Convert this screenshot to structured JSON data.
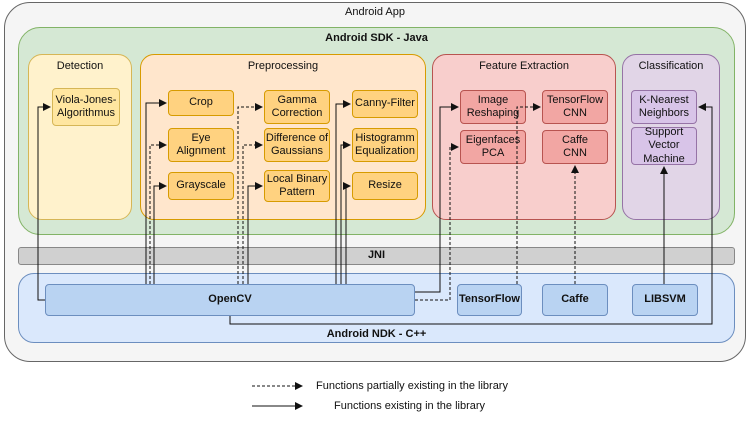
{
  "app": {
    "title": "Android App"
  },
  "sdk": {
    "title": "Android SDK - Java"
  },
  "ndk": {
    "title": "Android NDK - C++"
  },
  "jni": {
    "label": "JNI"
  },
  "groups": {
    "detection": {
      "title": "Detection",
      "items": [
        "Viola-Jones-\nAlgorithmus"
      ]
    },
    "preprocessing": {
      "title": "Preprocessing",
      "items": [
        "Crop",
        "Eye\nAlignment",
        "Grayscale",
        "Gamma\nCorrection",
        "Difference of\nGaussians",
        "Local Binary\nPattern",
        "Canny-Filter",
        "Histogramm\nEqualization",
        "Resize"
      ]
    },
    "feature_extraction": {
      "title": "Feature Extraction",
      "items": [
        "Image\nReshaping",
        "Eigenfaces\nPCA",
        "TensorFlow\nCNN",
        "Caffe\nCNN"
      ]
    },
    "classification": {
      "title": "Classification",
      "items": [
        "K-Nearest\nNeighbors",
        "Support\nVector\nMachine"
      ]
    }
  },
  "libraries": [
    "OpenCV",
    "TensorFlow",
    "Caffe",
    "LIBSVM"
  ],
  "legend": {
    "dashed": "Functions partially existing in the library",
    "solid": "Functions existing in the library"
  },
  "colors": {
    "app_bg": "#f5f5f5",
    "sdk_bg": "#d5e8d4",
    "ndk_bg": "#dae8fc",
    "jni_bg": "#d0d0d0",
    "detection_bg": "#fff2cc",
    "preprocessing_bg": "#ffe6cc",
    "feature_bg": "#f8cecc",
    "classification_bg": "#e1d5e7"
  }
}
